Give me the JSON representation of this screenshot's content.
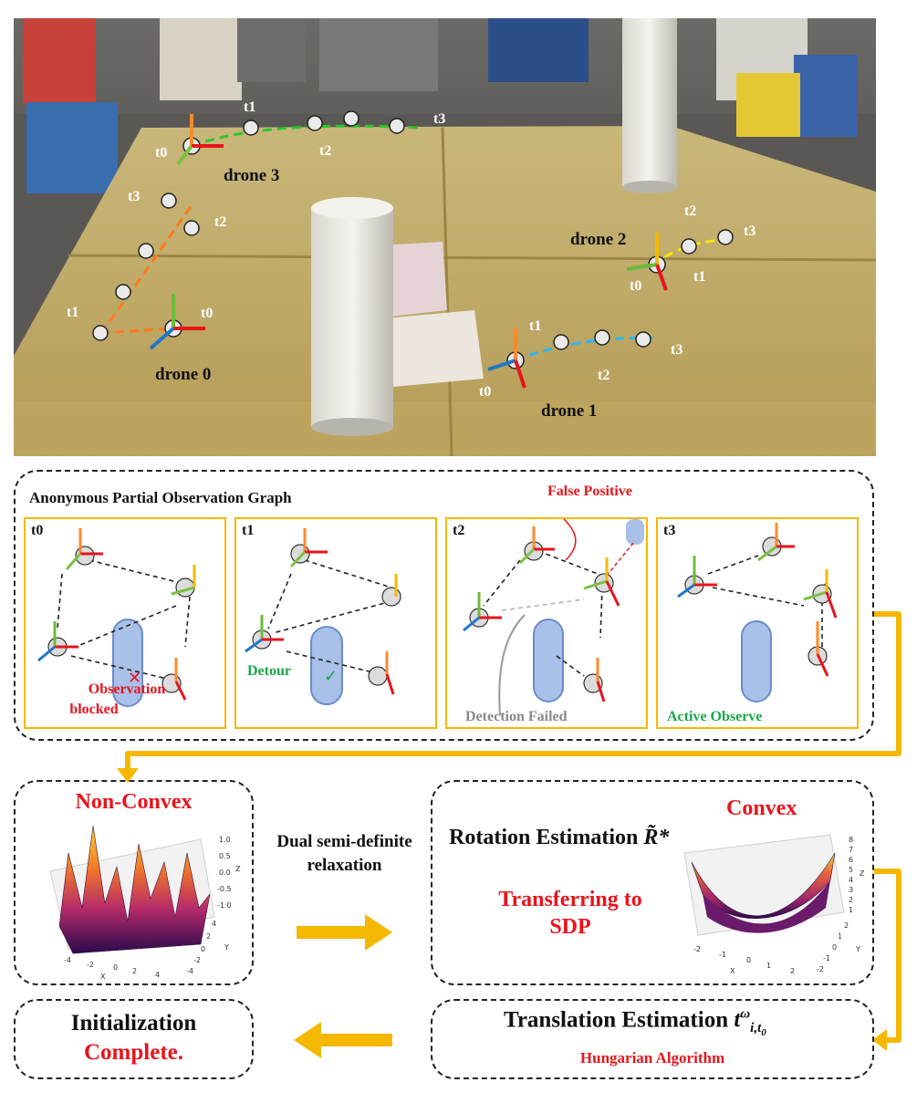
{
  "photo": {
    "drones": [
      {
        "label": "drone 0",
        "times": [
          "t0",
          "t1",
          "t2",
          "t3"
        ]
      },
      {
        "label": "drone 1",
        "times": [
          "t0",
          "t1",
          "t2",
          "t3"
        ]
      },
      {
        "label": "drone 2",
        "times": [
          "t0",
          "t1",
          "t2",
          "t3"
        ]
      },
      {
        "label": "drone 3",
        "times": [
          "t0",
          "t1",
          "t2",
          "t3"
        ]
      }
    ],
    "trajectory_colors": {
      "drone0": "#ff7a1a",
      "drone1": "#29b6f6",
      "drone2": "#f5e50a",
      "drone3": "#2ec42e"
    }
  },
  "graph": {
    "title": "Anonymous Partial Observation Graph",
    "false_positive": "False Positive",
    "panels": [
      {
        "time": "t0",
        "note1": "Observation",
        "note2": "blocked"
      },
      {
        "time": "t1",
        "note": "Detour"
      },
      {
        "time": "t2",
        "note": "Detection Failed"
      },
      {
        "time": "t3",
        "note": "Active Observe"
      }
    ]
  },
  "nonconvex": {
    "title": "Non-Convex",
    "z_ticks": [
      "1.0",
      "0.5",
      "0.0",
      "-0.5",
      "-1.0"
    ],
    "y_ticks": [
      "4",
      "2",
      "0",
      "-2",
      "-4"
    ],
    "x_ticks": [
      "-4",
      "-2",
      "0",
      "2",
      "4"
    ],
    "xlabel": "X",
    "ylabel": "Y",
    "zlabel": "Z"
  },
  "relax": {
    "line1": "Dual semi-definite",
    "line2": "relaxation"
  },
  "rotation": {
    "title": "Rotation Estimation",
    "symbol": "R̃*",
    "convex": "Convex",
    "sdp1": "Transferring to",
    "sdp2": "SDP",
    "z_ticks": [
      "8",
      "7",
      "6",
      "5",
      "4",
      "3",
      "2",
      "1"
    ],
    "y_ticks": [
      "2",
      "1",
      "0",
      "-1",
      "-2"
    ],
    "x_ticks": [
      "-2",
      "-1",
      "0",
      "1",
      "2"
    ],
    "xlabel": "X",
    "ylabel": "Y",
    "zlabel": "Z"
  },
  "translation": {
    "title": "Translation Estimation",
    "symbol": "t",
    "sup": "ω",
    "sub": "i,t",
    "subsub": "0",
    "method": "Hungarian Algorithm"
  },
  "init": {
    "line1": "Initialization",
    "line2": "Complete."
  },
  "colors": {
    "accent": "#f5b800",
    "red": "#e8141c",
    "green": "#1aa64a",
    "gray": "#8a8a8a"
  }
}
